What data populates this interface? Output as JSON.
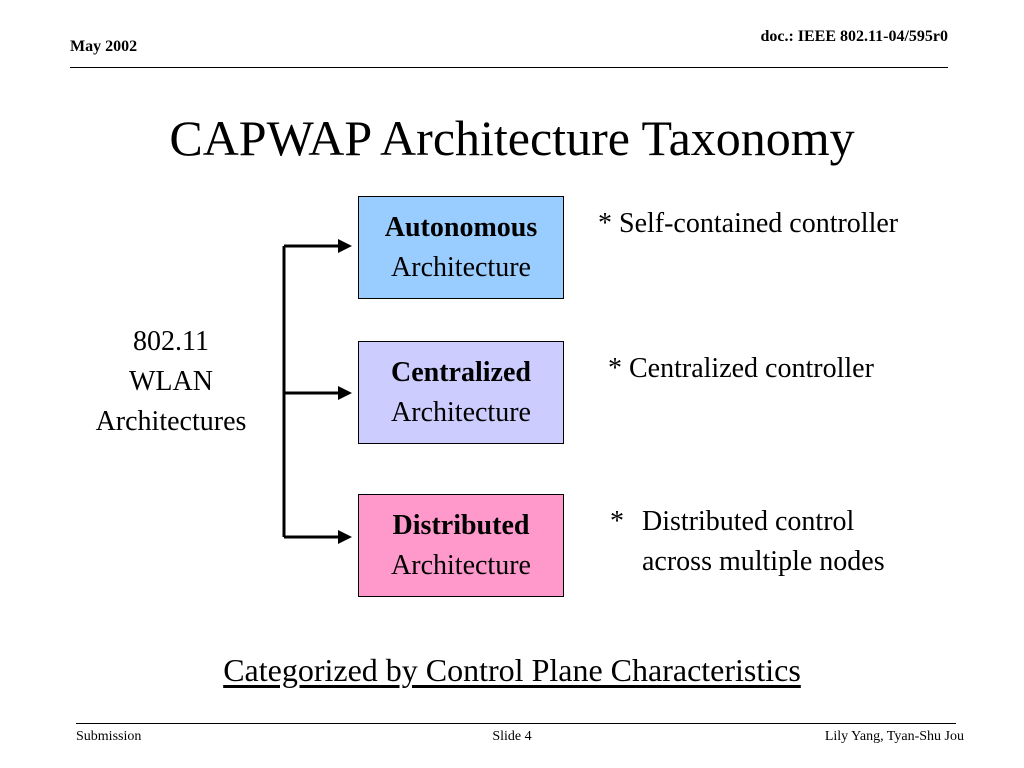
{
  "header": {
    "date": "May 2002",
    "doc_prefix": "doc.:",
    "doc_id": " IEEE 802.11-04/595r0"
  },
  "title": "CAPWAP Architecture Taxonomy",
  "root": {
    "lines": [
      "802.11",
      "WLAN",
      "Architectures"
    ]
  },
  "branches": [
    {
      "bold": "Autonomous",
      "label": "Architecture",
      "fill": "#99ccff",
      "note_marker": "*",
      "note_lines": [
        "Self-contained controller"
      ]
    },
    {
      "bold": "Centralized",
      "label": "Architecture",
      "fill": "#ccccff",
      "note_marker": "*",
      "note_lines": [
        "Centralized controller"
      ]
    },
    {
      "bold": "Distributed",
      "label": "Architecture",
      "fill": "#ff99cc",
      "note_marker": "*",
      "note_lines": [
        "Distributed control",
        "across multiple nodes"
      ]
    }
  ],
  "caption": "Categorized by Control Plane Characteristics",
  "footer": {
    "left": "Submission",
    "center": "Slide 4",
    "right": "Lily Yang, Tyan-Shu Jou"
  }
}
